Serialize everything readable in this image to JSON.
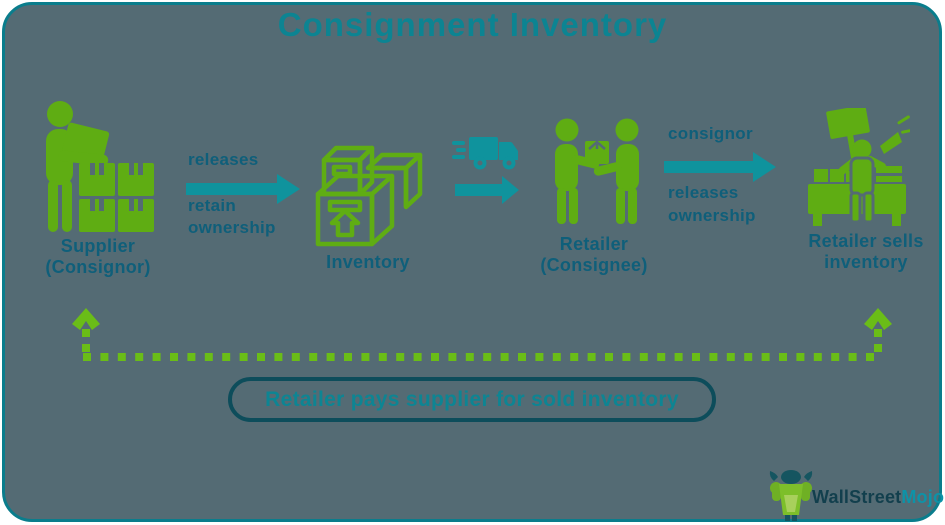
{
  "title": "Consignment Inventory",
  "nodes": {
    "supplier": {
      "line1": "Supplier",
      "line2": "(Consignor)",
      "icon": "supplier-with-boxes-icon"
    },
    "inventory": {
      "label": "Inventory",
      "icon": "inventory-boxes-icon"
    },
    "retailer": {
      "line1": "Retailer",
      "line2": "(Consignee)",
      "icon": "handover-people-icon"
    },
    "retailer_sells": {
      "line1": "Retailer sells",
      "line2": "inventory",
      "icon": "seller-counter-icon"
    }
  },
  "flows": {
    "supplier_to_inventory": {
      "above": "releases",
      "below_line1": "retain",
      "below_line2": "ownership"
    },
    "inventory_to_retailer": {
      "icon": "delivery-truck-icon"
    },
    "retailer_to_sale": {
      "above": "consignor",
      "below_line1": "releases",
      "below_line2": "ownership"
    }
  },
  "payment_loop": {
    "label": "Retailer pays supplier for sold inventory"
  },
  "logo": {
    "brand_part1": "WallStreet",
    "brand_part2": "Mojo",
    "icon": "wallstreetmojo-mascot-icon"
  },
  "colors": {
    "background": "#546B74",
    "frame_border": "#0A7D8C",
    "title_teal": "#0C8492",
    "label_dark_teal": "#0F5F7A",
    "icon_green": "#5FAD13",
    "dash_green": "#6ABD17",
    "arrow_teal": "#0F939D",
    "payment_border": "#0D4D5B",
    "payment_text": "#0D8593",
    "logo_dark": "#123F4D",
    "logo_accent": "#0D93A8"
  }
}
